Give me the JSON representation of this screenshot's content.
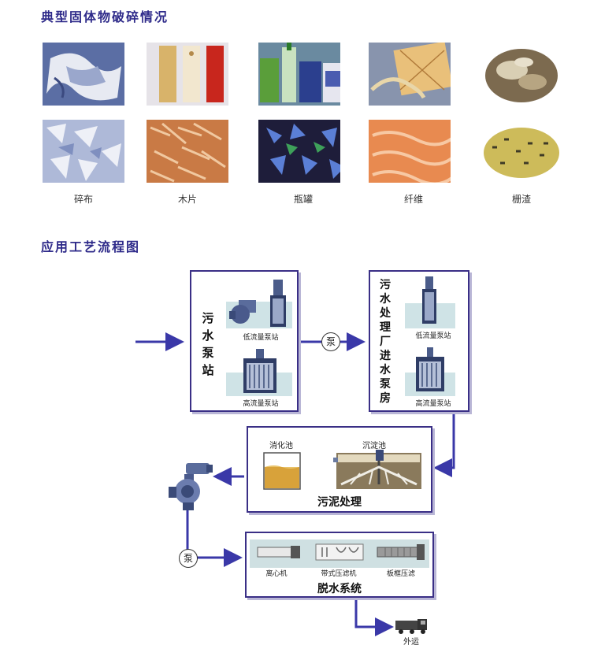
{
  "section1_title": "典型固体物破碎情况",
  "materials": [
    "碎布",
    "木片",
    "瓶罐",
    "纤维",
    "栅渣"
  ],
  "section2_title": "应用工艺流程图",
  "station1": {
    "title": "污水泵站",
    "chars": [
      "污",
      "水",
      "泵",
      "站"
    ],
    "low": "低流量泵站",
    "high": "高流量泵站"
  },
  "station2": {
    "title": "污水处理厂进水泵房",
    "chars": [
      "污",
      "水",
      "处",
      "理",
      "厂",
      "进",
      "水",
      "泵",
      "房"
    ],
    "low": "低流量泵站",
    "high": "高流量泵站"
  },
  "pump_sign": "泵",
  "sludge": {
    "title": "污泥处理",
    "digester": "消化池",
    "settler": "沉淀池"
  },
  "dewater": {
    "title": "脱水系统",
    "items": [
      "离心机",
      "带式压滤机",
      "板框压滤"
    ]
  },
  "outbound": "外运",
  "colors": {
    "title": "#2f2b8a",
    "arrow": "#3a38a8",
    "box_border": "#3a2f86"
  }
}
